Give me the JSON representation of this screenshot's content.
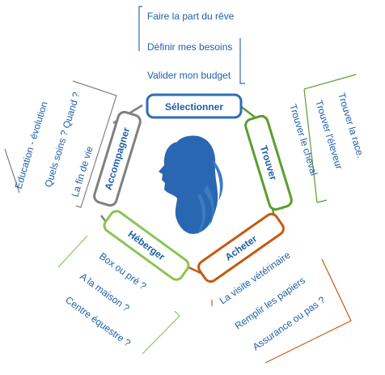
{
  "colors": {
    "blue": "#2e6db4",
    "dark_blue": "#1f5fa8",
    "green": "#5a9e2f",
    "light_green": "#8cc454",
    "orange": "#c55a11",
    "gray": "#808080",
    "silhouette": "#2a67b2"
  },
  "center_icon": "woman-silhouette-icon",
  "stages": {
    "selectionner": {
      "label": "Sélectionner",
      "items": [
        "Faire la part du rêve",
        "Définir mes besoins",
        "Valider mon budget"
      ]
    },
    "trouver": {
      "label": "Trouver",
      "items": [
        "Trouver la race.",
        "Trouver l'éleveur",
        "Trouver le cheval"
      ]
    },
    "acheter": {
      "label": "Acheter",
      "items": [
        "La visite vétérinaire",
        "Remplir les papiers",
        "Assurance ou pas ?"
      ]
    },
    "heberger": {
      "label": "Héberger",
      "items": [
        "Box ou pré ?",
        "A la maison ?",
        "Centre équestre ?"
      ]
    },
    "accompagner": {
      "label": "Accompagner",
      "items": [
        "Education - évolution",
        "Quels soins ? Quand ?",
        "La fin de vie"
      ]
    }
  }
}
